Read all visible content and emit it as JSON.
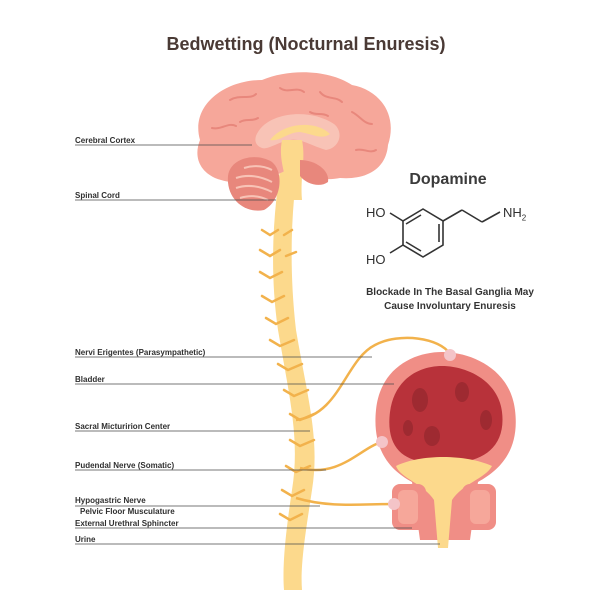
{
  "title": "Bedwetting (Nocturnal Enuresis)",
  "labels": {
    "cerebral_cortex": "Cerebral Cortex",
    "spinal_cord": "Spinal Cord",
    "nervi_erigentes": "Nervi Erigentes (Parasympathetic)",
    "bladder": "Bladder",
    "sacral_center": "Sacral Micturirion Center",
    "pudendal_nerve": "Pudendal Nerve (Somatic)",
    "hypogastric_nerve": "Hypogastric Nerve",
    "pelvic_floor": "Pelvic Floor Musculature",
    "external_sphincter": "External Urethral Sphincter",
    "urine": "Urine"
  },
  "dopamine": {
    "title": "Dopamine",
    "ho_top": "HO",
    "ho_bottom": "HO",
    "nh2": "NH",
    "nh2_sub": "2",
    "caption_line1": "Blockade In The Basal Ganglia May",
    "caption_line2": "Cause Involuntary Enuresis"
  },
  "colors": {
    "brain": "#f6a79a",
    "brain_dark": "#e8877c",
    "spinal": "#fcd98c",
    "nerve": "#f2b24c",
    "bladder_outer": "#f08e86",
    "bladder_inner": "#b8323a",
    "urine": "#fcd98c",
    "text": "#2f2f2f",
    "leader": "#4a4a4a"
  }
}
